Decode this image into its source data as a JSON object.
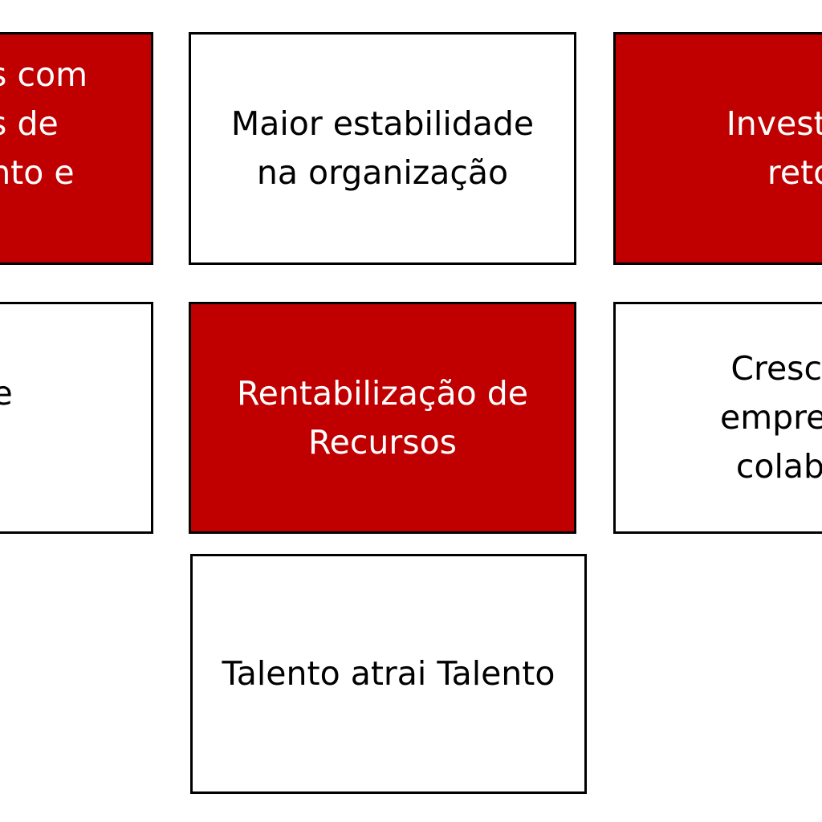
{
  "colors": {
    "accent": "#c00000",
    "border": "#000000",
    "background": "#ffffff"
  },
  "boxes": [
    {
      "text": "os com\nos de\nento e\no",
      "style": "red"
    },
    {
      "text": "Maior estabilidade\nna organização",
      "style": "white"
    },
    {
      "text": "Investime\nretor",
      "style": "red"
    },
    {
      "text": "vação e\ndade",
      "style": "white"
    },
    {
      "text": "Rentabilização de\nRecursos",
      "style": "red"
    },
    {
      "text": "Crescime\nempresa a\ncolabora",
      "style": "white"
    },
    {
      "text": "Talento atrai Talento",
      "style": "white"
    }
  ]
}
